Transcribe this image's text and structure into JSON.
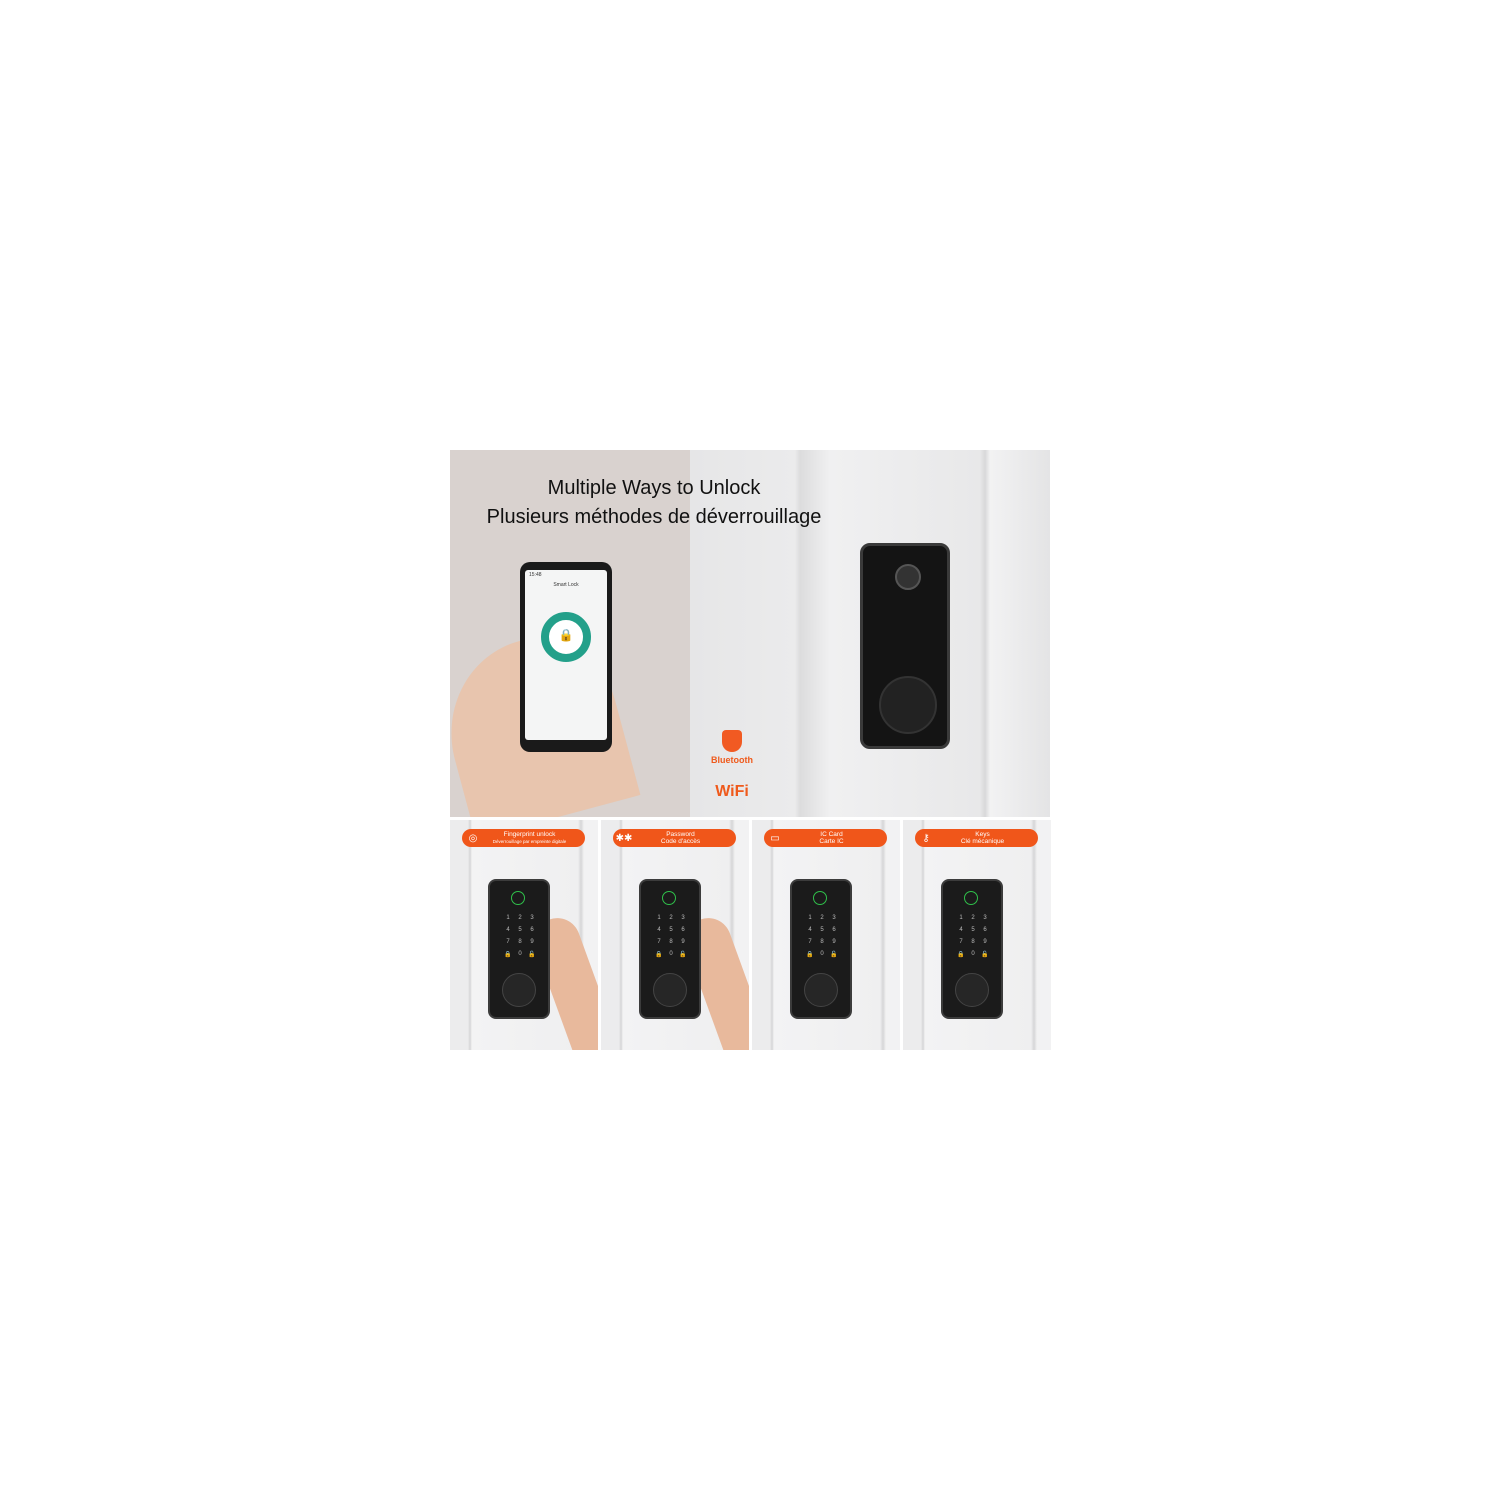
{
  "headline": {
    "line1": "Multiple Ways to Unlock",
    "line2": "Plusieurs méthodes de déverrouillage"
  },
  "phone_app": {
    "status_time": "15:48",
    "screen_title": "Smart Lock"
  },
  "connectivity": {
    "bluetooth_label": "Bluetooth",
    "wifi_label": "WiFi",
    "accent_color": "#f0561a"
  },
  "methods": [
    {
      "icon": "fingerprint-icon",
      "label_en": "Fingerprint unlock",
      "label_fr": "Déverrouillage par empreinte digitale"
    },
    {
      "icon": "asterisks-icon",
      "label_en": "Password",
      "label_fr": "Code d'accès"
    },
    {
      "icon": "card-icon",
      "label_en": "IC Card",
      "label_fr": "Carte IC"
    },
    {
      "icon": "key-icon",
      "label_en": "Keys",
      "label_fr": "Clé mécanique"
    }
  ],
  "keypad": [
    "1",
    "2",
    "3",
    "4",
    "5",
    "6",
    "7",
    "8",
    "9",
    "🔒",
    "0",
    "🔓"
  ]
}
